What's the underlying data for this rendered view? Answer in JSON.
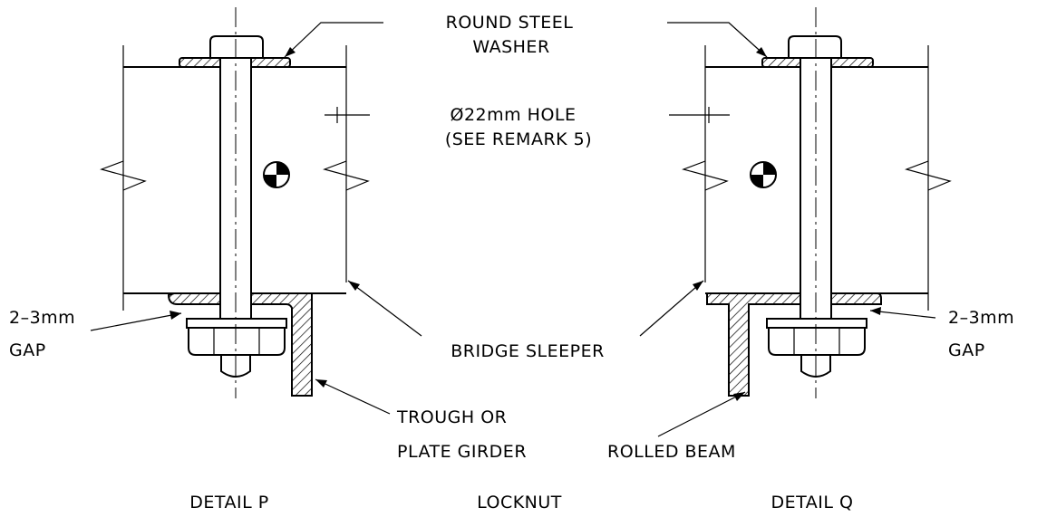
{
  "labels": {
    "washer_line1": "ROUND STEEL",
    "washer_line2": "WASHER",
    "hole_line1": "Ø22mm HOLE",
    "hole_line2": "(SEE REMARK 5)",
    "bridge_sleeper": "BRIDGE SLEEPER",
    "gap_left_line1": "2–3mm",
    "gap_left_line2": "GAP",
    "gap_right_line1": "2–3mm",
    "gap_right_line2": "GAP",
    "trough_line1": "TROUGH OR",
    "trough_line2": "PLATE GIRDER",
    "rolled_beam": "ROLLED BEAM",
    "detail_p": "DETAIL P",
    "locknut": "LOCKNUT",
    "detail_q": "DETAIL Q"
  }
}
